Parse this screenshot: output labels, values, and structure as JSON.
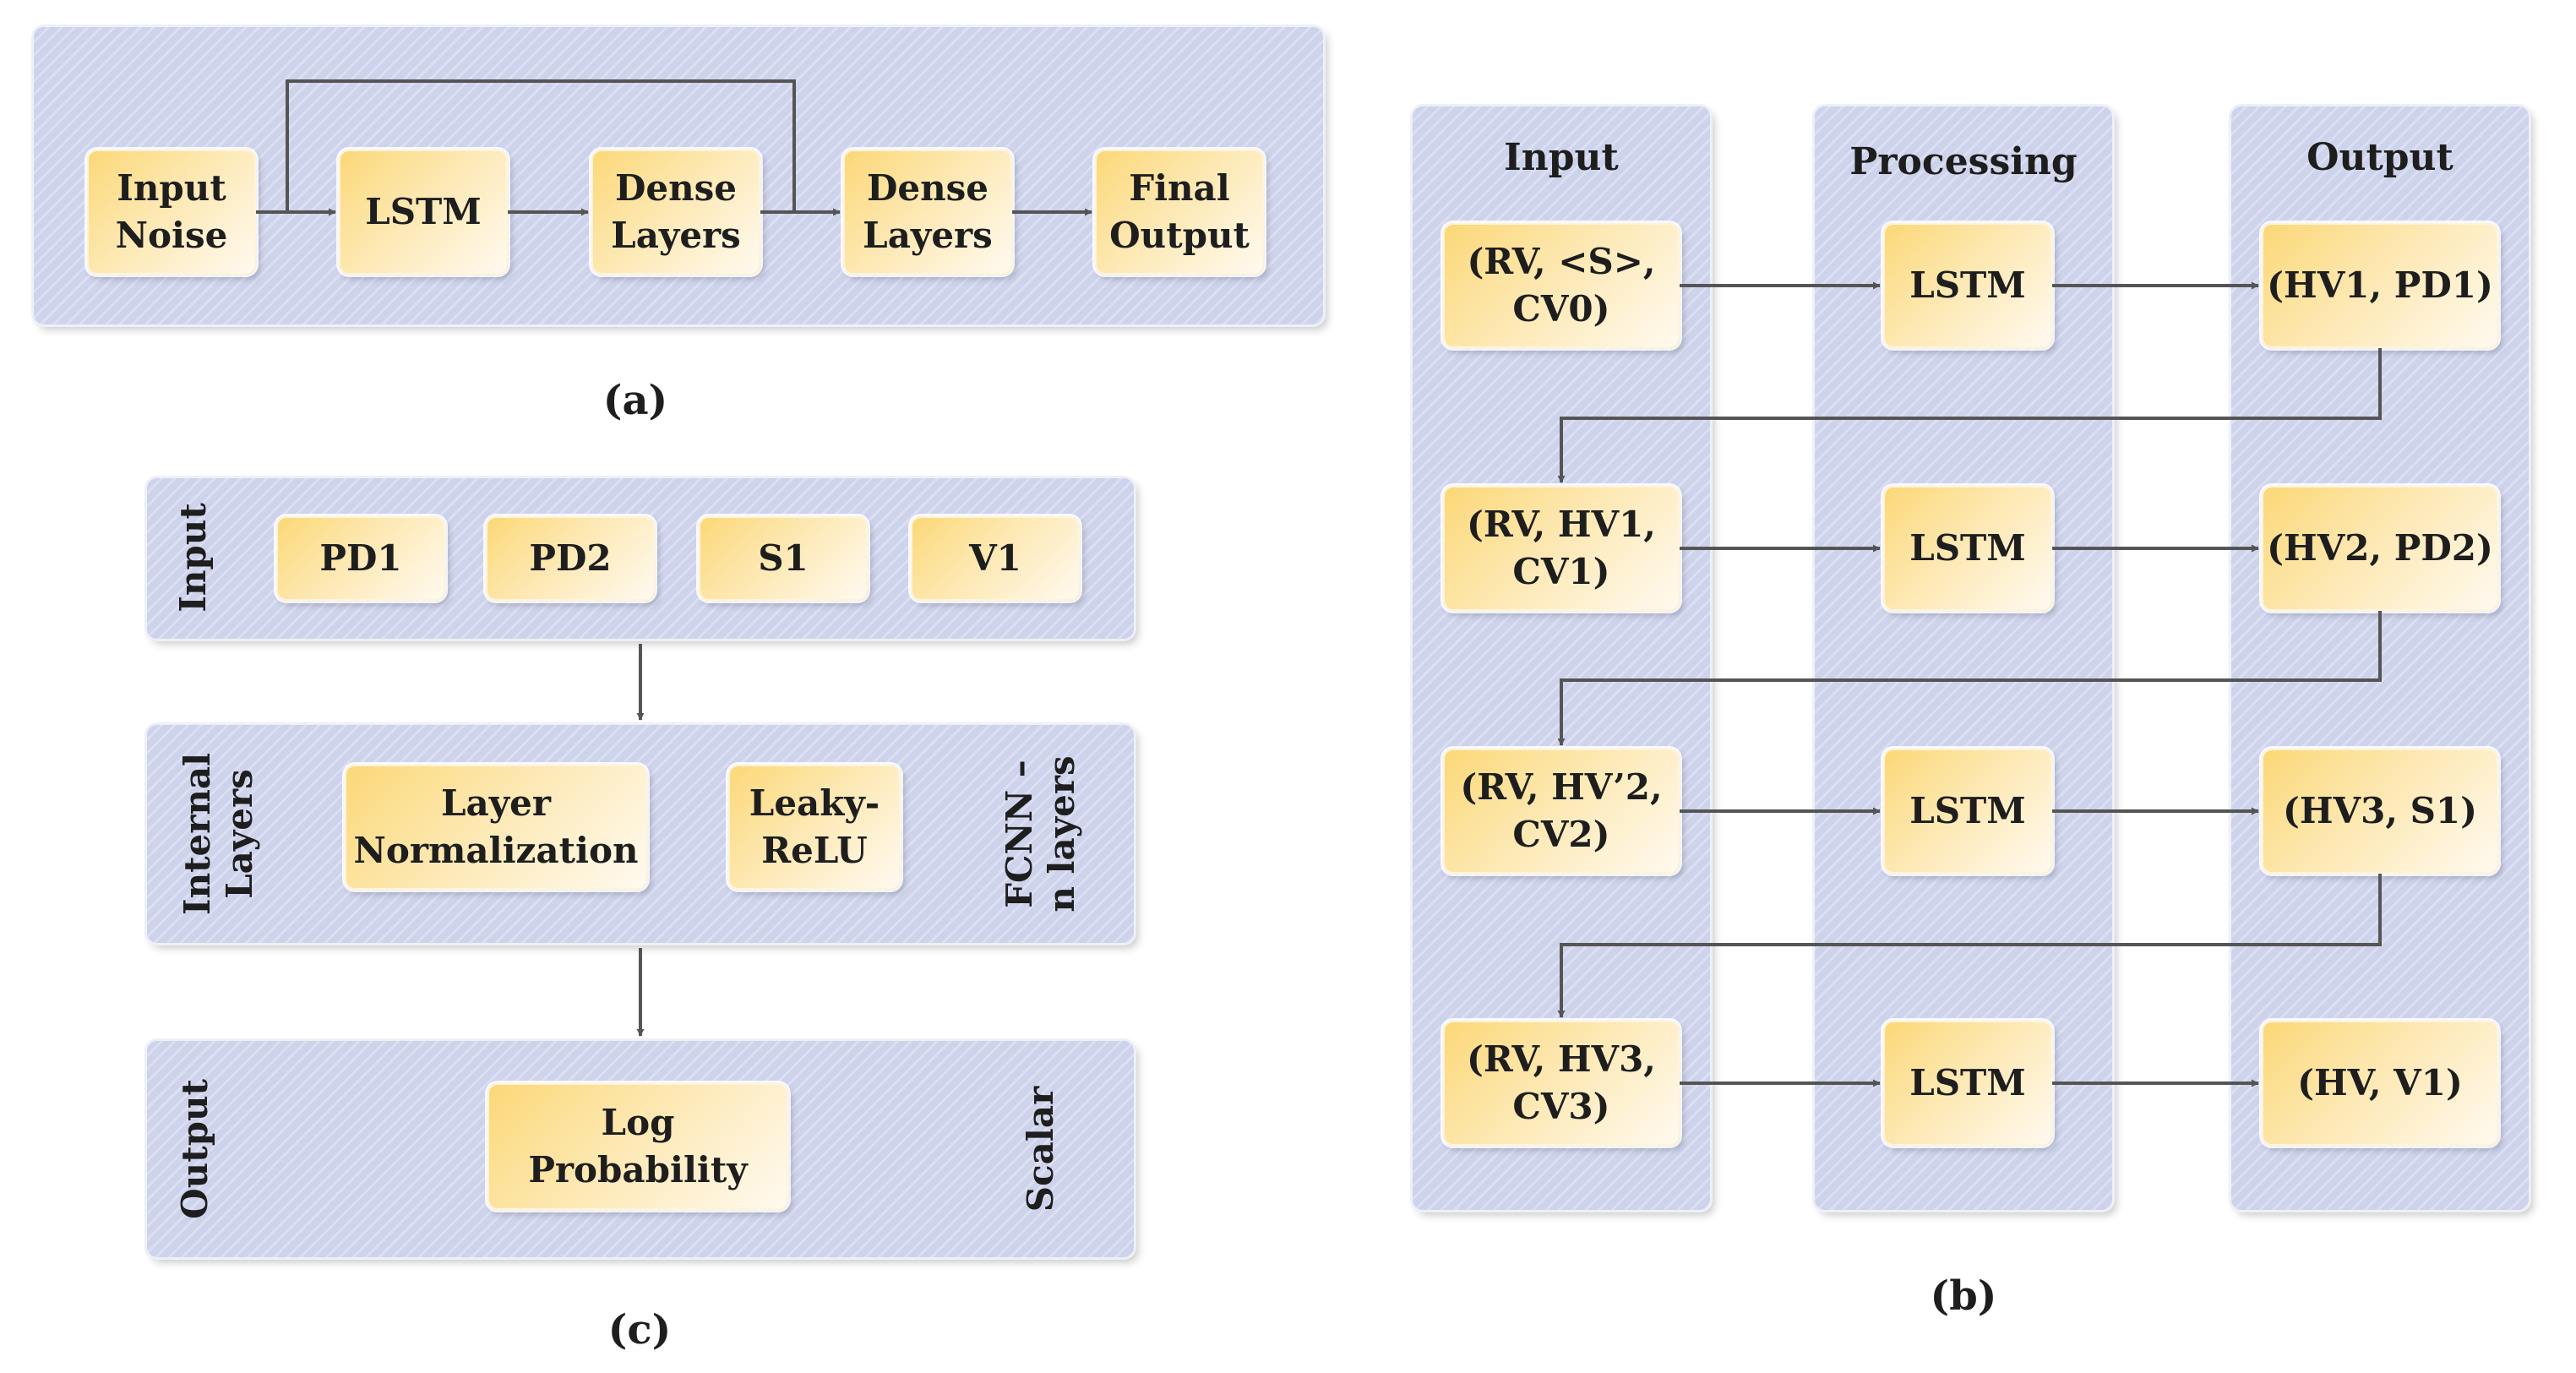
{
  "panel_a": {
    "boxes": [
      "Input\nNoise",
      "LSTM",
      "Dense\nLayers",
      "Dense\nLayers",
      "Final\nOutput"
    ],
    "caption": "(a)"
  },
  "panel_b": {
    "columns": {
      "input": "Input",
      "processing": "Processing",
      "output": "Output"
    },
    "rows": [
      {
        "input": "(RV, <S>,\nCV0)",
        "processing": "LSTM",
        "output": "(HV1, PD1)"
      },
      {
        "input": "(RV, HV1,\nCV1)",
        "processing": "LSTM",
        "output": "(HV2, PD2)"
      },
      {
        "input": "(RV, HV’2,\nCV2)",
        "processing": "LSTM",
        "output": "(HV3, S1)"
      },
      {
        "input": "(RV, HV3,\nCV3)",
        "processing": "LSTM",
        "output": "(HV, V1)"
      }
    ],
    "caption": "(b)"
  },
  "panel_c": {
    "input_label": "Input",
    "input_boxes": [
      "PD1",
      "PD2",
      "S1",
      "V1"
    ],
    "internal_label": "Internal\nLayers",
    "internal_boxes": [
      "Layer\nNormalization",
      "Leaky-\nReLU"
    ],
    "internal_side_label": "FCNN –\nn layers",
    "output_label": "Output",
    "output_box": "Log\nProbability",
    "output_side_label": "Scalar",
    "caption": "(c)"
  },
  "colors": {
    "panel": "#ced3ec",
    "box": "#fbd878",
    "arrow": "#555555"
  }
}
